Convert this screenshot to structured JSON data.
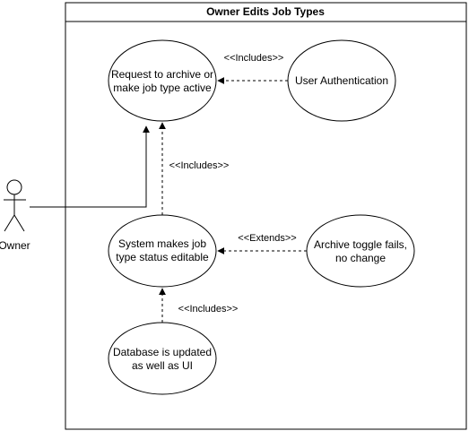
{
  "diagram": {
    "system_title": "Owner Edits Job Types",
    "actor": {
      "label": "Owner"
    },
    "use_cases": {
      "request": {
        "lines": [
          "Request to archive or",
          "make job type active"
        ]
      },
      "auth": {
        "lines": [
          "User Authentication"
        ]
      },
      "editable": {
        "lines": [
          "System makes job",
          "type status editable"
        ]
      },
      "fail": {
        "lines": [
          "Archive toggle fails,",
          "no change"
        ]
      },
      "db": {
        "lines": [
          "Database is updated",
          "as well as UI"
        ]
      }
    },
    "relations": {
      "includes_auth": "<<Includes>>",
      "includes_editable": "<<Includes>>",
      "extends_fail": "<<Extends>>",
      "includes_db": "<<Includes>>"
    },
    "colors": {
      "stroke": "#000000",
      "background": "#ffffff"
    }
  }
}
